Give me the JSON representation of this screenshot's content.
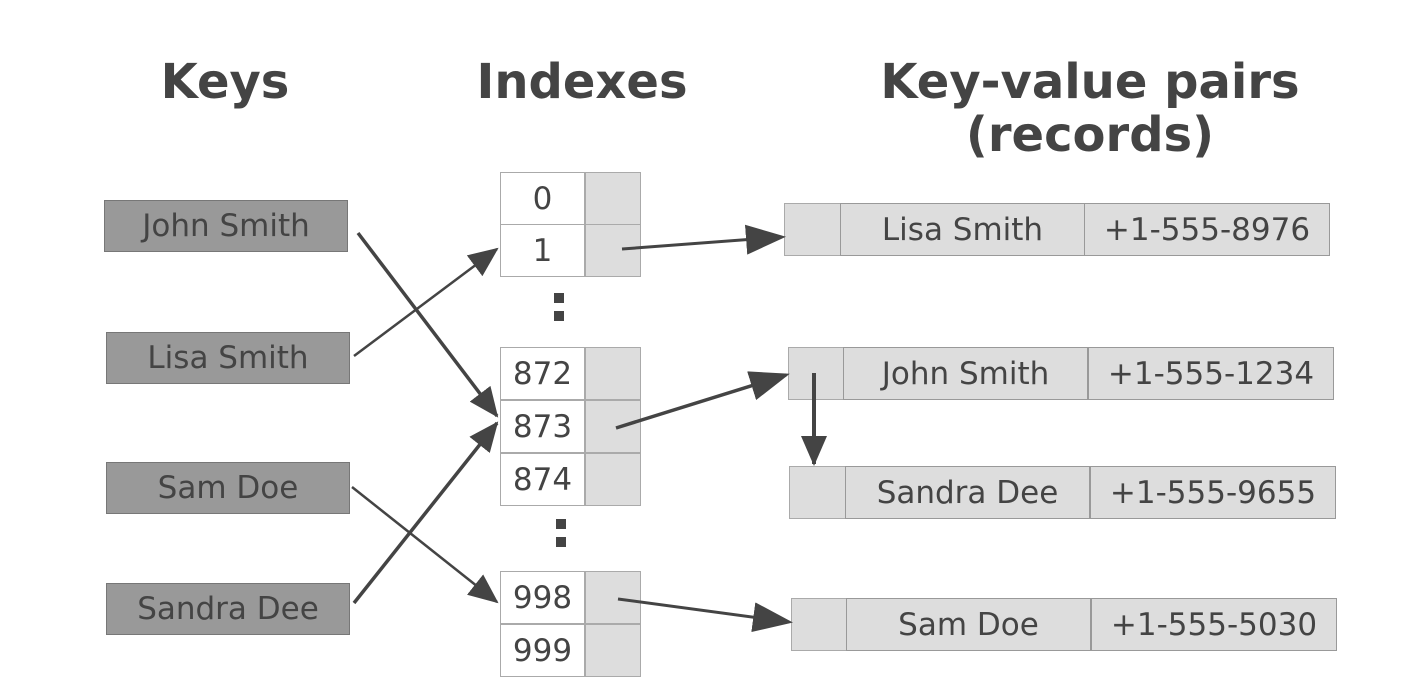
{
  "headings": {
    "keys": "Keys",
    "indexes": "Indexes",
    "records_line1": "Key-value pairs",
    "records_line2": "(records)"
  },
  "keys": [
    "John Smith",
    "Lisa Smith",
    "Sam Doe",
    "Sandra Dee"
  ],
  "indexes": {
    "top": [
      "0",
      "1"
    ],
    "middle": [
      "872",
      "873",
      "874"
    ],
    "bottom": [
      "998",
      "999"
    ]
  },
  "records": [
    {
      "name": "Lisa Smith",
      "phone": "+1-555-8976"
    },
    {
      "name": "John Smith",
      "phone": "+1-555-1234"
    },
    {
      "name": "Sandra Dee",
      "phone": "+1-555-9655"
    },
    {
      "name": "Sam Doe",
      "phone": "+1-555-5030"
    }
  ],
  "colors": {
    "key_fill": "#999999",
    "slot_fill": "#dddddd",
    "text": "#444444",
    "arrow": "#444444"
  }
}
